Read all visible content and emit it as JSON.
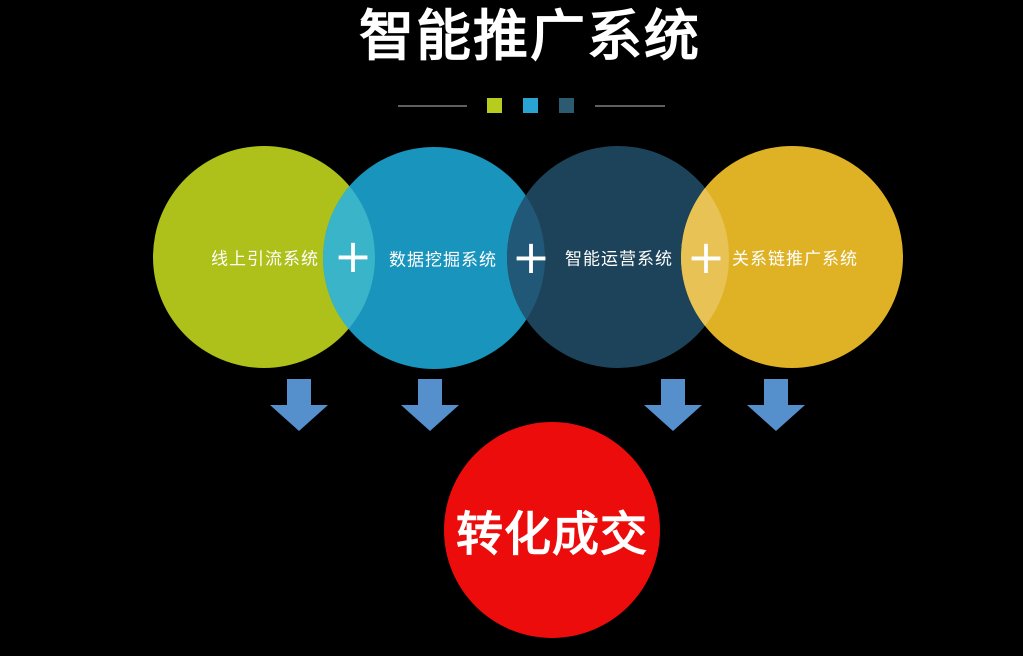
{
  "background": "#000000",
  "title": "智能推广系统",
  "divider": {
    "squares": [
      {
        "name": "lime-square",
        "color": "#b8cc1e"
      },
      {
        "name": "blue-square",
        "color": "#29a3d1"
      },
      {
        "name": "steel-square",
        "color": "#2c5a70"
      }
    ]
  },
  "plus_symbol": "+",
  "systems": [
    {
      "label": "线上引流系统",
      "color": "#aec01a"
    },
    {
      "label": "数据挖掘系统",
      "color": "#1894bd"
    },
    {
      "label": "智能运营系统",
      "color": "#1c4359"
    },
    {
      "label": "关系链推广系统",
      "color": "#dfb226"
    }
  ],
  "overlap_colors": [
    "#39b4c8",
    "#215877",
    "#e8c254"
  ],
  "arrows": {
    "color": "#5590cd",
    "count": 4
  },
  "result": {
    "label": "转化成交",
    "color": "#ec0c0c"
  }
}
